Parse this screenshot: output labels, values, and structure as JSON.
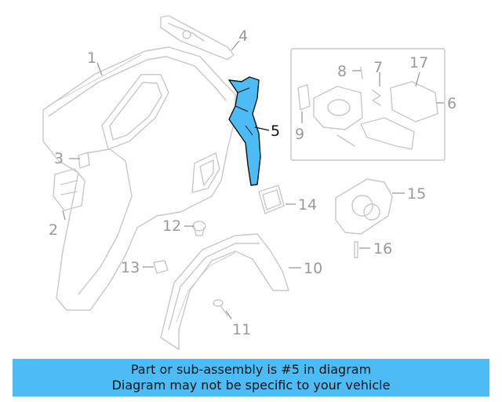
{
  "diagram": {
    "highlight_color": "#4ebcf4",
    "highlighted_part": "5",
    "callouts": [
      {
        "id": "1",
        "label": "1"
      },
      {
        "id": "2",
        "label": "2"
      },
      {
        "id": "3",
        "label": "3"
      },
      {
        "id": "4",
        "label": "4"
      },
      {
        "id": "5",
        "label": "5"
      },
      {
        "id": "6",
        "label": "6"
      },
      {
        "id": "7",
        "label": "7"
      },
      {
        "id": "8",
        "label": "8"
      },
      {
        "id": "9",
        "label": "9"
      },
      {
        "id": "10",
        "label": "10"
      },
      {
        "id": "11",
        "label": "11"
      },
      {
        "id": "12",
        "label": "12"
      },
      {
        "id": "13",
        "label": "13"
      },
      {
        "id": "14",
        "label": "14"
      },
      {
        "id": "15",
        "label": "15"
      },
      {
        "id": "16",
        "label": "16"
      },
      {
        "id": "17",
        "label": "17"
      }
    ]
  },
  "banner": {
    "line1": "Part or sub-assembly is #5 in diagram",
    "line2": "Diagram may not be specific to your vehicle",
    "color": "#4ebcf4"
  }
}
